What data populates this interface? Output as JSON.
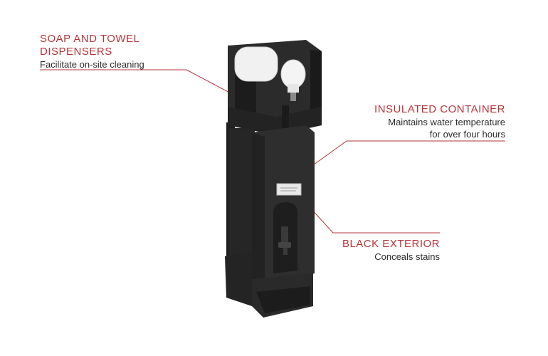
{
  "callouts": {
    "soap": {
      "heading_line1": "SOAP AND TOWEL",
      "heading_line2": "DISPENSERS",
      "sub": "Facilitate on-site cleaning"
    },
    "insulated": {
      "heading": "INSULATED CONTAINER",
      "sub_line1": "Maintains water temperature",
      "sub_line2": "for over four hours"
    },
    "exterior": {
      "heading": "BLACK EXTERIOR",
      "sub": "Conceals stains"
    }
  },
  "colors": {
    "accent": "#b5353a",
    "product": "#2a2a2a",
    "text": "#2b2b2b"
  }
}
